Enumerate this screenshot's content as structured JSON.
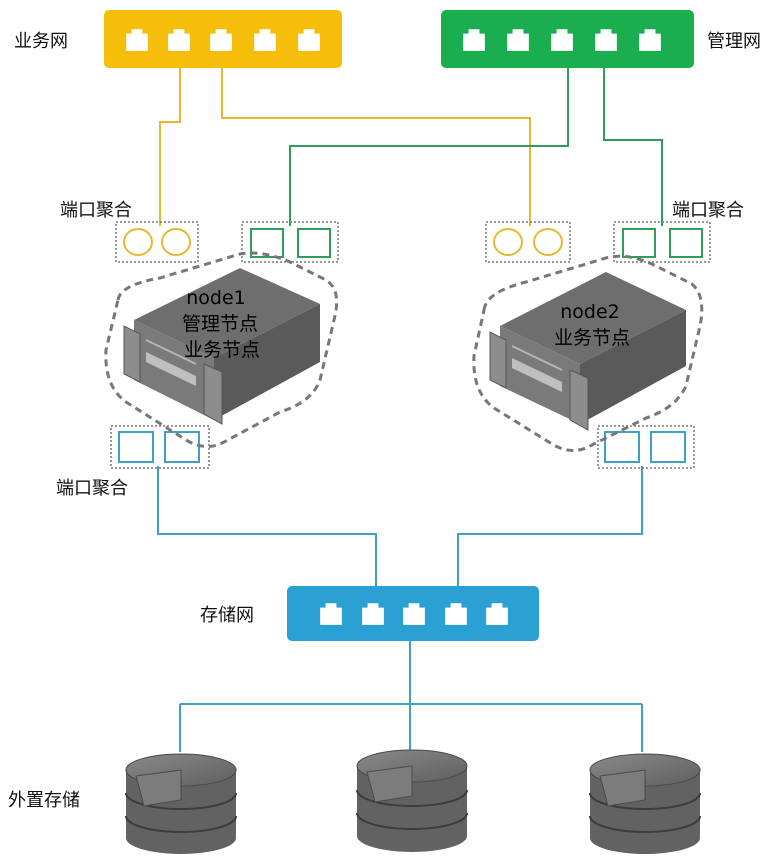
{
  "networks": {
    "business": {
      "label": "业务网",
      "color": "#F5BE0A",
      "ports": 5
    },
    "management": {
      "label": "管理网",
      "color": "#1BAE4E",
      "ports": 5
    },
    "storage": {
      "label": "存储网",
      "color": "#2BA1D3",
      "ports": 5
    }
  },
  "port_aggregation_label": "端口聚合",
  "nodes": [
    {
      "name": "node1",
      "roles": [
        "管理节点",
        "业务节点"
      ]
    },
    {
      "name": "node2",
      "roles": [
        "业务节点"
      ]
    }
  ],
  "external_storage": {
    "label": "外置存储",
    "count": 3
  },
  "colors": {
    "business_line": "#E8B730",
    "management_line": "#2E9E5B",
    "storage_line": "#3FA1C4",
    "server_fill": "#707070",
    "dashed_outline": "#777777"
  }
}
